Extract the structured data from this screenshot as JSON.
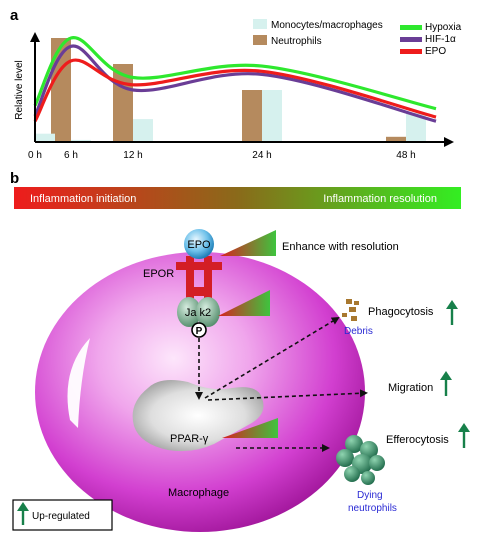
{
  "panel_a": {
    "label": "a",
    "ylabel": "Relative level",
    "legend_left": [
      {
        "name": "Monocytes/macrophages",
        "color": "#d6f1ee"
      },
      {
        "name": "Neutrophils",
        "color": "#b58a5e"
      }
    ],
    "legend_right": [
      {
        "name": "Hypoxia",
        "color": "#2ee82e"
      },
      {
        "name": "HIF-1α",
        "color": "#6a3d96"
      },
      {
        "name": "EPO",
        "color": "#ee1c1c"
      }
    ]
  },
  "chart_data": {
    "type": "line",
    "x": [
      0,
      6,
      12,
      24,
      48
    ],
    "xticks": [
      "0 h",
      "6 h",
      "12 h",
      "24 h",
      "48 h"
    ],
    "ylabel": "Relative level",
    "bars": {
      "neutrophils": [
        0.0,
        1.0,
        0.75,
        0.5,
        0.05
      ],
      "monocytes_macrophages": [
        0.08,
        0.02,
        0.22,
        0.5,
        0.28
      ]
    },
    "series": [
      {
        "name": "Hypoxia",
        "color": "#2ee82e",
        "values": [
          0.35,
          1.0,
          0.62,
          0.73,
          0.32
        ]
      },
      {
        "name": "HIF-1α",
        "color": "#6a3d96",
        "values": [
          0.25,
          0.92,
          0.5,
          0.65,
          0.2
        ]
      },
      {
        "name": "EPO",
        "color": "#ee1c1c",
        "values": [
          0.2,
          0.78,
          0.55,
          0.68,
          0.24
        ]
      }
    ]
  },
  "panel_b": {
    "label": "b",
    "bar_left": "Inflammation initiation",
    "bar_right": "Inflammation resolution",
    "epo": "EPO",
    "enhance": "Enhance with resolution",
    "epor": "EPOR",
    "jak2": "Ja k2",
    "phospho": "P",
    "pparg": "PPAR-γ",
    "macrophage": "Macrophage",
    "phagocytosis": "Phagocytosis",
    "debris": "Debris",
    "migration": "Migration",
    "efferocytosis": "Efferocytosis",
    "dying": [
      "Dying",
      "neutrophils"
    ],
    "upregulated": "Up-regulated"
  }
}
